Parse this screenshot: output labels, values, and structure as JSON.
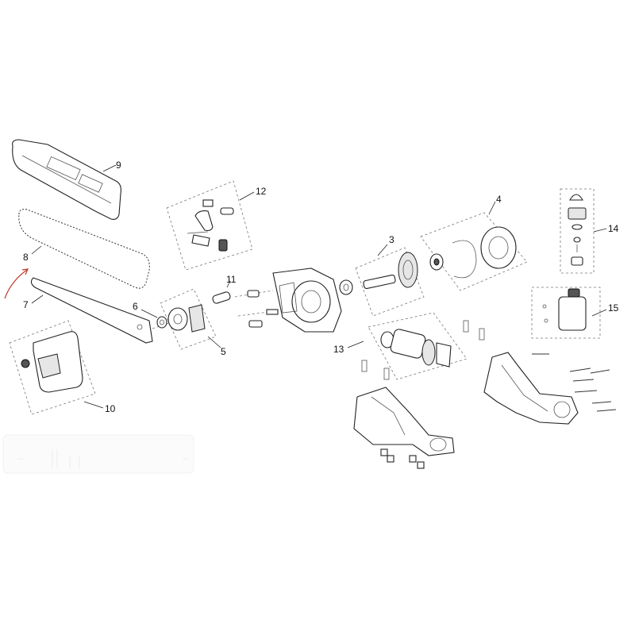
{
  "callouts": [
    {
      "key": "c3",
      "label": "3"
    },
    {
      "key": "c4",
      "label": "4"
    },
    {
      "key": "c5",
      "label": "5"
    },
    {
      "key": "c6",
      "label": "6"
    },
    {
      "key": "c7",
      "label": "7"
    },
    {
      "key": "c8",
      "label": "8"
    },
    {
      "key": "c9",
      "label": "9"
    },
    {
      "key": "c10",
      "label": "10"
    },
    {
      "key": "c11",
      "label": "11"
    },
    {
      "key": "c12",
      "label": "12"
    },
    {
      "key": "c13",
      "label": "13"
    },
    {
      "key": "c14",
      "label": "14"
    },
    {
      "key": "c15",
      "label": "15"
    }
  ],
  "annotation": {
    "color": "#c0392b"
  }
}
